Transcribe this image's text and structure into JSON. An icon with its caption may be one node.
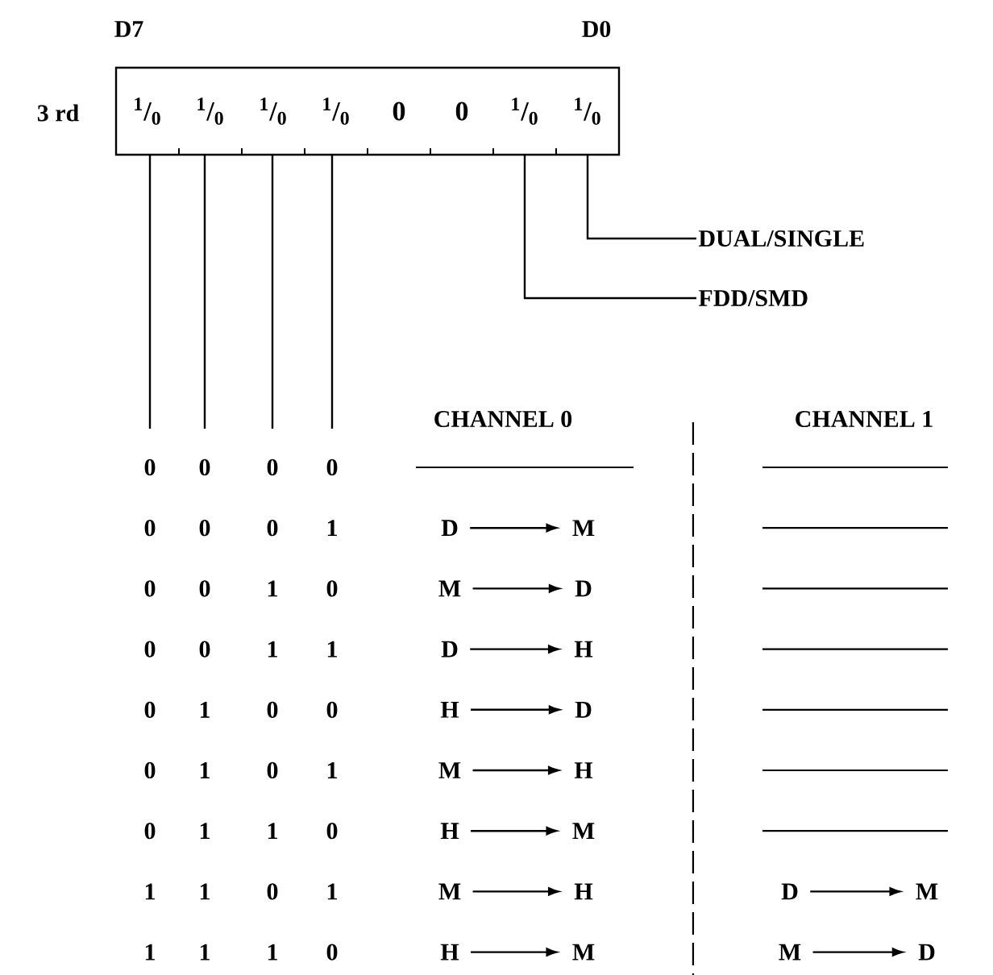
{
  "diagram": {
    "nodes": [
      {
        "text": [],
        "shape": "box"
      },
      {
        "text": [
          "$^{1}$/$_{0}$"
        ],
        "in": 0
      },
      {
        "text": [
          "$^{1}$/$_{0}$"
        ],
        "in": 0
      },
      {
        "text": [
          "$^{1}$/$_{0}$"
        ],
        "in": 0
      },
      {
        "text": [
          "$^{1}$/$_{0}$"
        ],
        "in": 0
      },
      {
        "text": [
          "0"
        ],
        "in": 0
      },
      {
        "text": [
          "0"
        ],
        "in": 0
      },
      {
        "text": [
          "$^{1}$/$_{0}$"
        ],
        "in": 0
      },
      {
        "text": [
          "$^{1}$/$_{0}$"
        ],
        "in": 0
      },
      {
        "text": [
          "DUAL/SINGLE"
        ]
      },
      {
        "text": [
          "FDD/SMD"
        ]
      },
      {
        "text": [
          "D"
        ]
      },
      {
        "text": [
          "M"
        ]
      },
      {
        "text": [
          "M"
        ]
      },
      {
        "text": [
          "D"
        ]
      },
      {
        "text": [
          "D"
        ]
      },
      {
        "text": [
          "H"
        ]
      },
      {
        "text": [
          "H"
        ]
      },
      {
        "text": [
          "D"
        ]
      },
      {
        "text": [
          "M"
        ]
      },
      {
        "text": [
          "H"
        ]
      },
      {
        "text": [
          "H"
        ]
      },
      {
        "text": [
          "M"
        ]
      },
      {
        "text": [
          "M"
        ]
      },
      {
        "text": [
          "H"
        ]
      },
      {
        "text": [
          "D"
        ]
      },
      {
        "text": [
          "M"
        ]
      },
      {
        "text": [
          "H"
        ]
      },
      {
        "text": [
          "M"
        ]
      },
      {
        "text": [
          "M"
        ]
      },
      {
        "text": [
          "D"
        ]
      }
    ],
    "edges": [
      {
        "from": 9,
        "to": 8,
        "arrow": "none"
      },
      {
        "from": 10,
        "to": 7,
        "arrow": "none"
      },
      {
        "from": 11,
        "to": 12,
        "arrow": "to"
      },
      {
        "from": 13,
        "to": 14,
        "arrow": "to"
      },
      {
        "from": 15,
        "to": 16,
        "arrow": "to"
      },
      {
        "from": 17,
        "to": 18,
        "arrow": "to"
      },
      {
        "from": 19,
        "to": 20,
        "arrow": "to"
      },
      {
        "from": 21,
        "to": 22,
        "arrow": "to"
      },
      {
        "from": 23,
        "to": 24,
        "arrow": "to"
      },
      {
        "from": 25,
        "to": 26,
        "arrow": "to"
      },
      {
        "from": 27,
        "to": 28,
        "arrow": "to"
      },
      {
        "from": 29,
        "to": 30,
        "arrow": "to"
      }
    ],
    "labels": [
      "D7",
      "D0",
      "3 rd",
      "CHANNEL 0",
      "CHANNEL 1",
      "0",
      "0",
      "0",
      "0",
      "0",
      "0",
      "0",
      "1",
      "0",
      "0",
      "1",
      "0",
      "0",
      "0",
      "1",
      "1",
      "0",
      "1",
      "0",
      "0",
      "0",
      "1",
      "0",
      "1",
      "0",
      "1",
      "1",
      "0",
      "1",
      "1",
      "0",
      "1",
      "1",
      "1",
      "1",
      "0"
    ]
  }
}
